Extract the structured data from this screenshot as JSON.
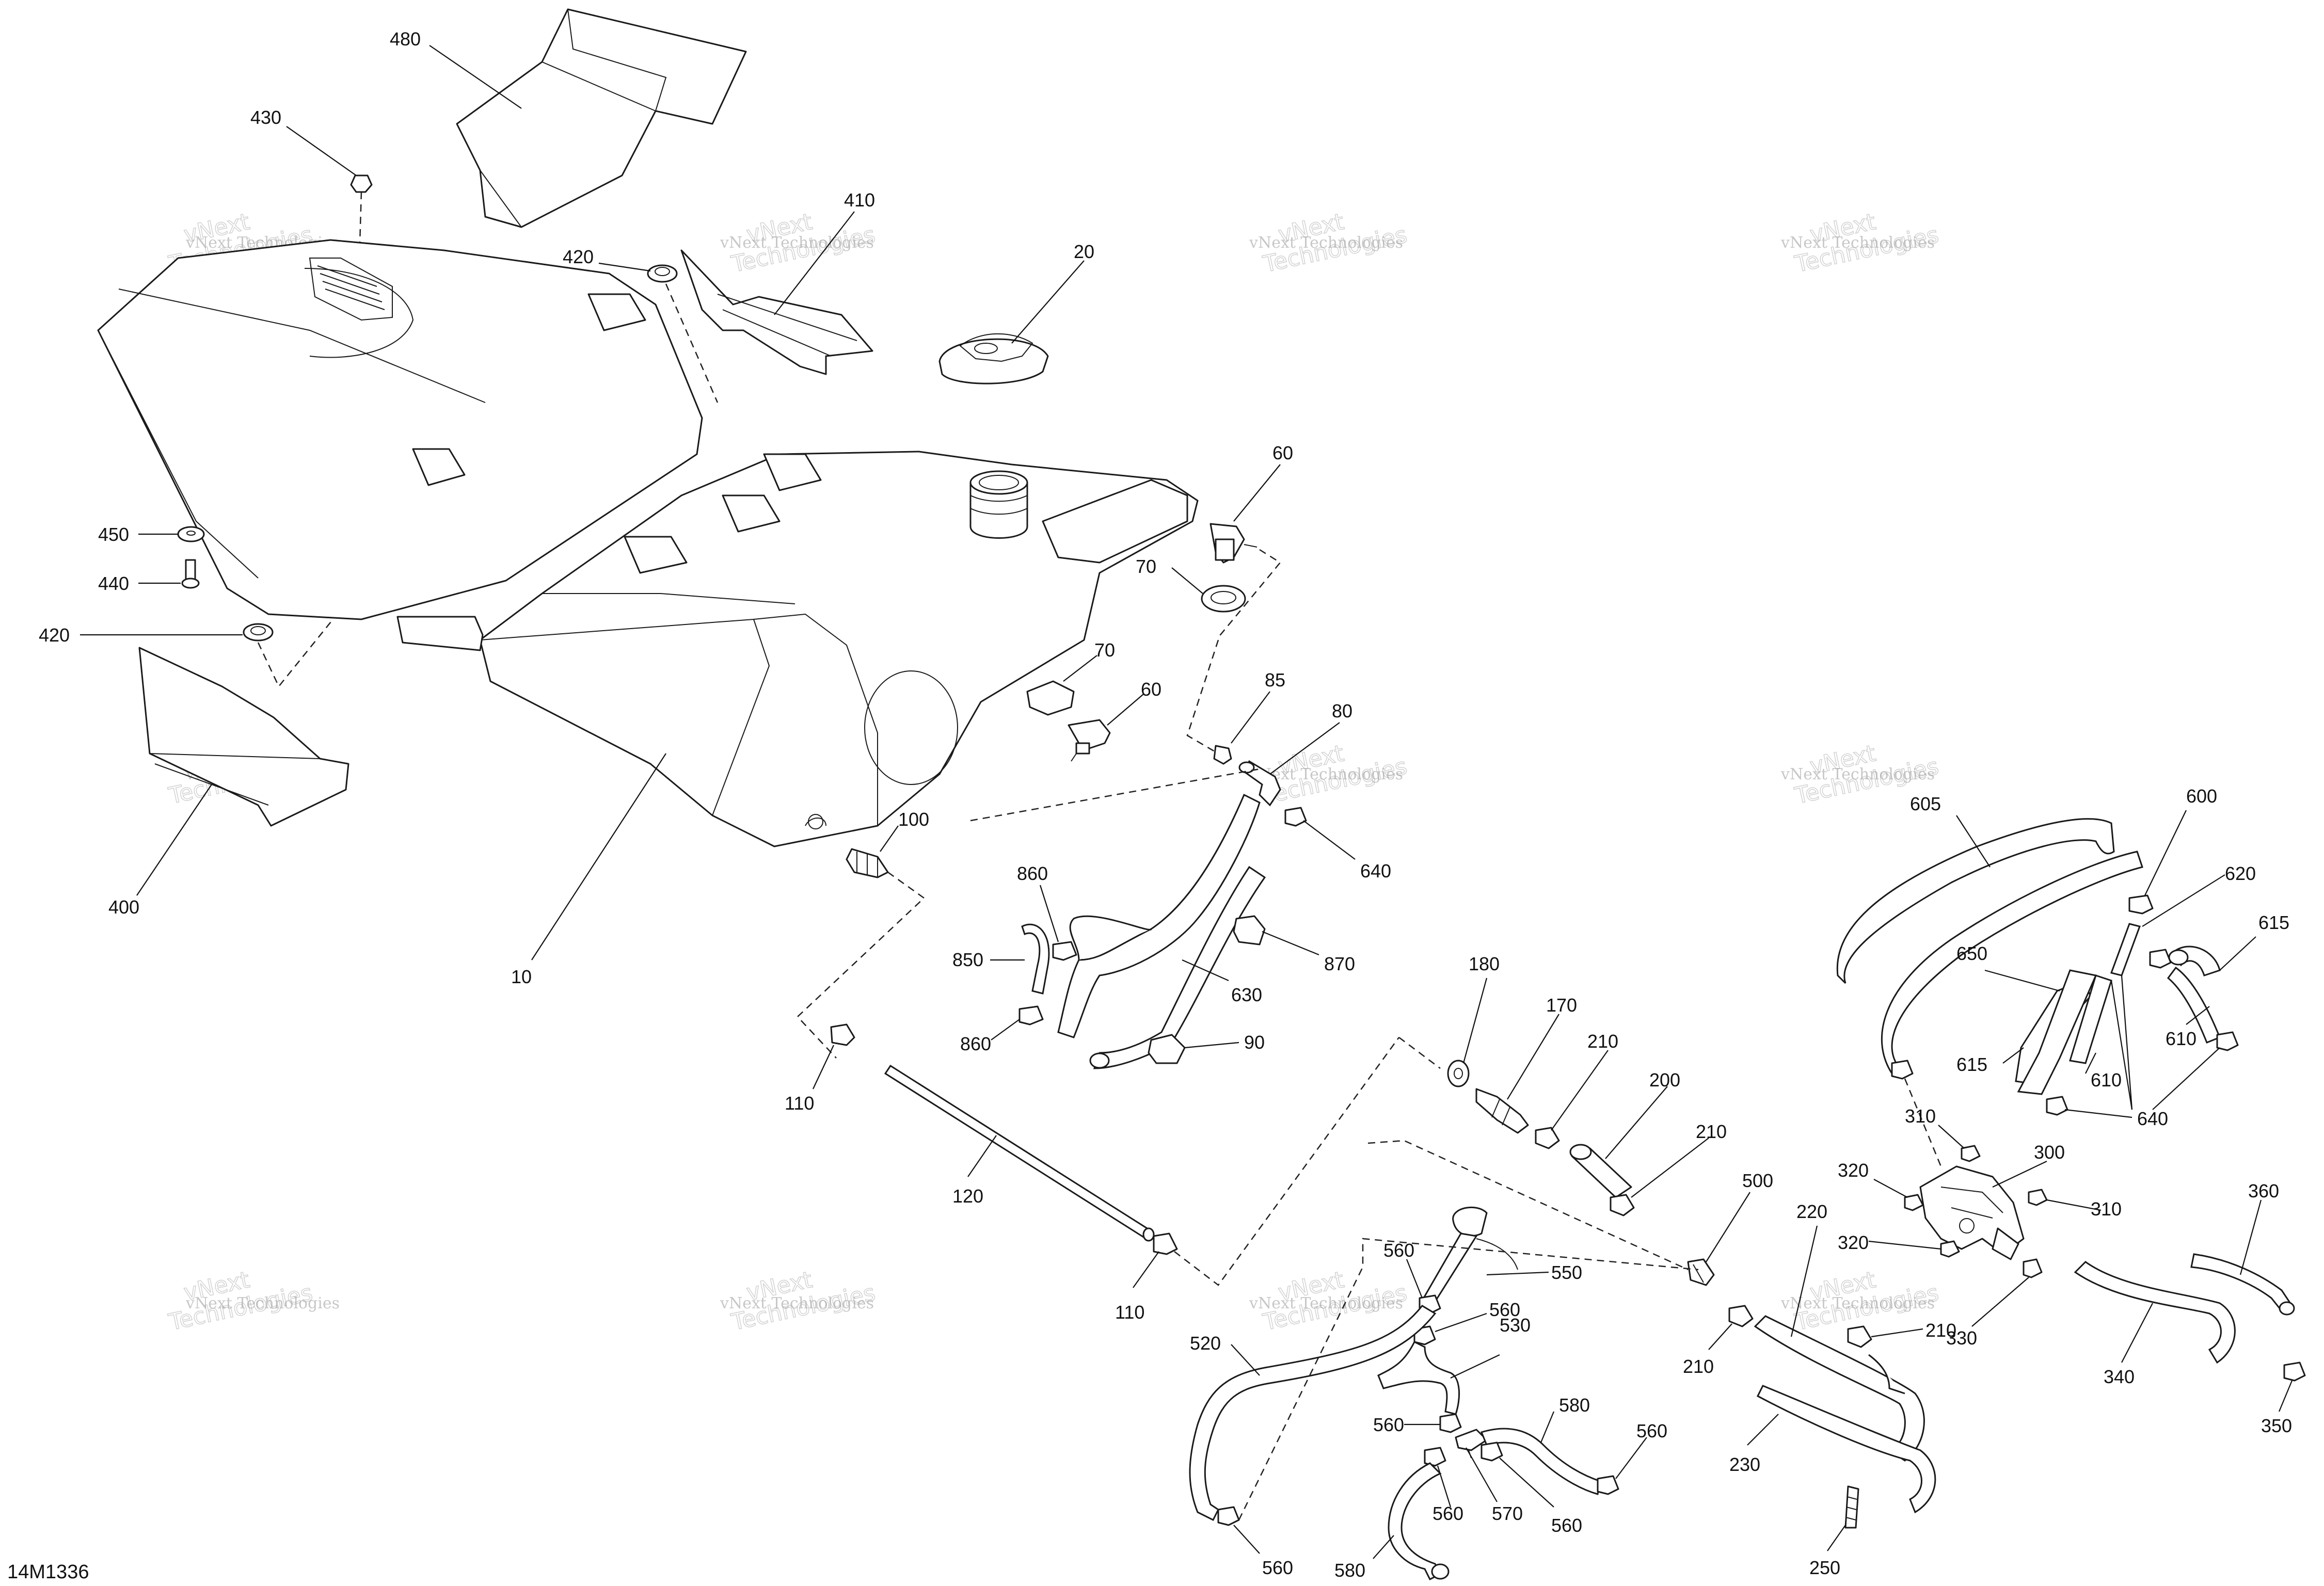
{
  "diagram_ref": "14M1336",
  "watermark": {
    "line1": "vNext Technologies",
    "line2": "vNext",
    "line3": "Technologies"
  },
  "labels": {
    "p480": "480",
    "p430": "430",
    "p410": "410",
    "p420a": "420",
    "p420b": "420",
    "p20": "20",
    "p60a": "60",
    "p60b": "60",
    "p70a": "70",
    "p70b": "70",
    "p450": "450",
    "p440": "440",
    "p400": "400",
    "p10": "10",
    "p85": "85",
    "p80": "80",
    "p100": "100",
    "p640a": "640",
    "p640b": "640",
    "p860a": "860",
    "p860b": "860",
    "p850": "850",
    "p870": "870",
    "p630": "630",
    "p90": "90",
    "p110a": "110",
    "p110b": "110",
    "p120": "120",
    "p180": "180",
    "p170": "170",
    "p210a": "210",
    "p210b": "210",
    "p210c": "210",
    "p210d": "210",
    "p200": "200",
    "p500": "500",
    "p220": "220",
    "p230": "230",
    "p250": "250",
    "p605": "605",
    "p600": "600",
    "p620": "620",
    "p615a": "615",
    "p615b": "615",
    "p650": "650",
    "p610a": "610",
    "p610b": "610",
    "p310a": "310",
    "p310b": "310",
    "p300": "300",
    "p320a": "320",
    "p320b": "320",
    "p330": "330",
    "p340": "340",
    "p360": "360",
    "p350": "350",
    "p560a": "560",
    "p560b": "560",
    "p560c": "560",
    "p560d": "560",
    "p560e": "560",
    "p560f": "560",
    "p560g": "560",
    "p550": "550",
    "p530": "530",
    "p520": "520",
    "p580a": "580",
    "p580b": "580",
    "p570": "570"
  }
}
